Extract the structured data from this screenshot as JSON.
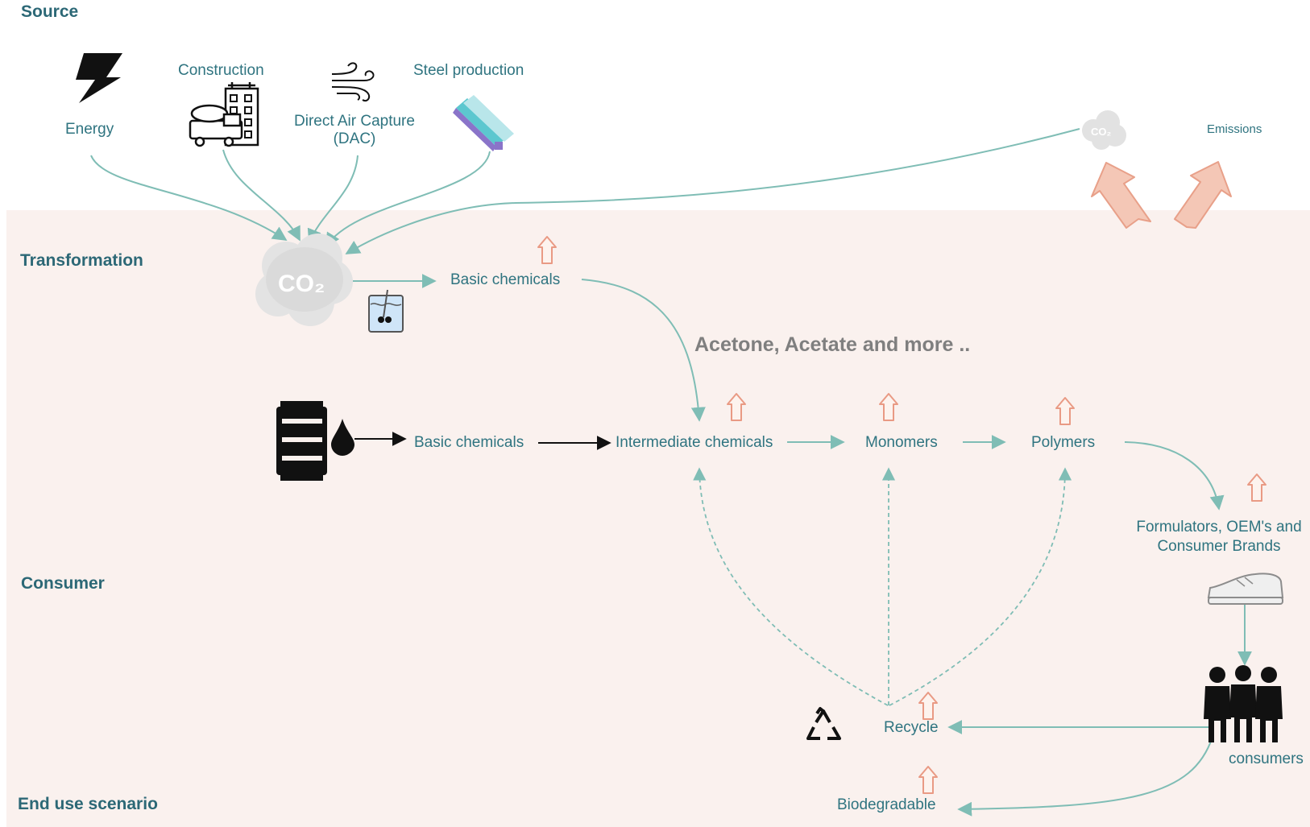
{
  "sections": {
    "source": "Source",
    "transformation": "Transformation",
    "consumer": "Consumer",
    "end_use": "End use scenario"
  },
  "sources": {
    "energy": "Energy",
    "construction": "Construction",
    "dac_line1": "Direct Air Capture",
    "dac_line2": "(DAC)",
    "steel": "Steel production"
  },
  "emissions": "Emissions",
  "co2_text": "CO",
  "co2_sub": "2",
  "nodes": {
    "basic_chem_top": "Basic chemicals",
    "acetone_note": "Acetone, Acetate and more ..",
    "basic_chem_fossil": "Basic chemicals",
    "intermediate": "Intermediate chemicals",
    "monomers": "Monomers",
    "polymers": "Polymers",
    "formulators_line1": "Formulators, OEM's and",
    "formulators_line2": "Consumer Brands",
    "consumers": "consumers",
    "recycle": "Recycle",
    "biodegradable": "Biodegradable"
  },
  "colors": {
    "teal": "#7fbdb5",
    "label": "#2f7480",
    "band": "#faf1ee",
    "salmon": "#e99a84"
  }
}
